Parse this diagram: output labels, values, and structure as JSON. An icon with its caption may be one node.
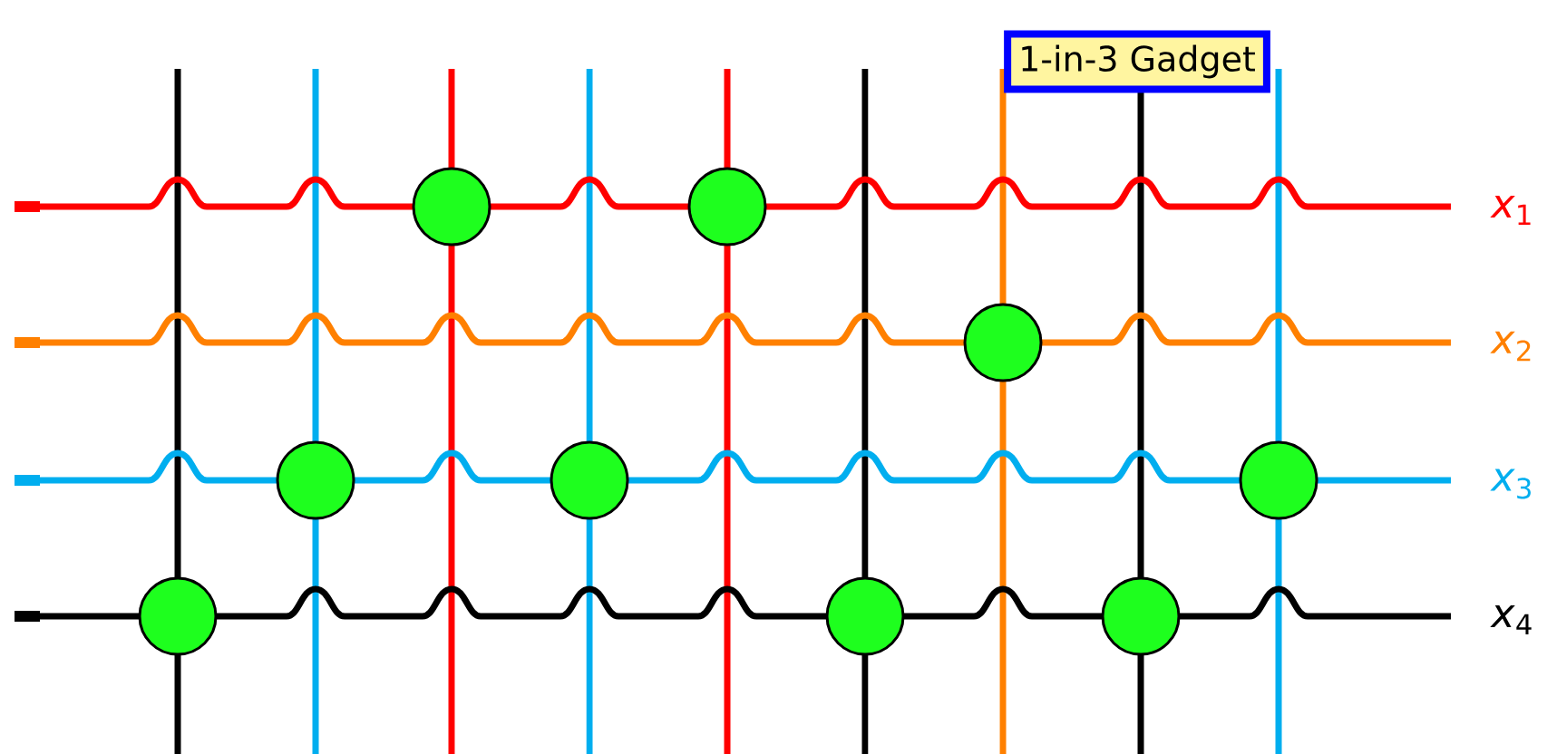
{
  "diagram": {
    "nodes": [
      {
        "text": [
          "1-in-3 Gadget"
        ]
      }
    ],
    "labels": [
      "*x*$_{1}$",
      "*x*$_{2}$",
      "*x*$_{3}$",
      "*x*$_{4}$"
    ]
  }
}
